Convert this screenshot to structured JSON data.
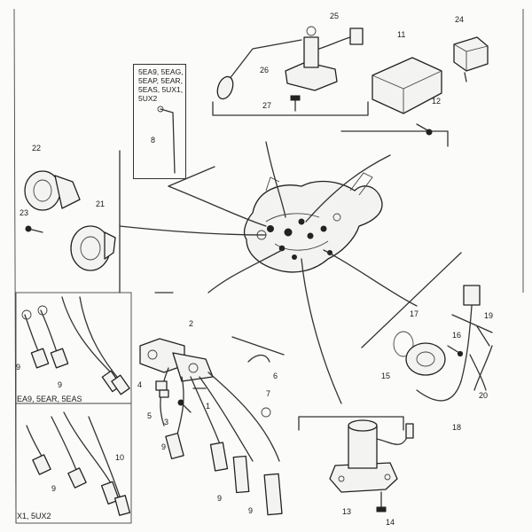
{
  "callouts": [
    "25",
    "24",
    "11",
    "26",
    "12",
    "27",
    "8",
    "22",
    "21",
    "23",
    "9",
    "2",
    "6",
    "4",
    "1",
    "7",
    "5",
    "3",
    "10",
    "17",
    "19",
    "16",
    "15",
    "20",
    "18",
    "13",
    "14"
  ],
  "model_note": {
    "line1": "5EA9, 5EAG,",
    "line2": "5EAP, 5EAR,",
    "line3": "5EAS, 5UX1,",
    "line4": "5UX2"
  },
  "variant_top": "EA9, 5EAR, 5EAS",
  "variant_bottom": "X1, 5UX2"
}
